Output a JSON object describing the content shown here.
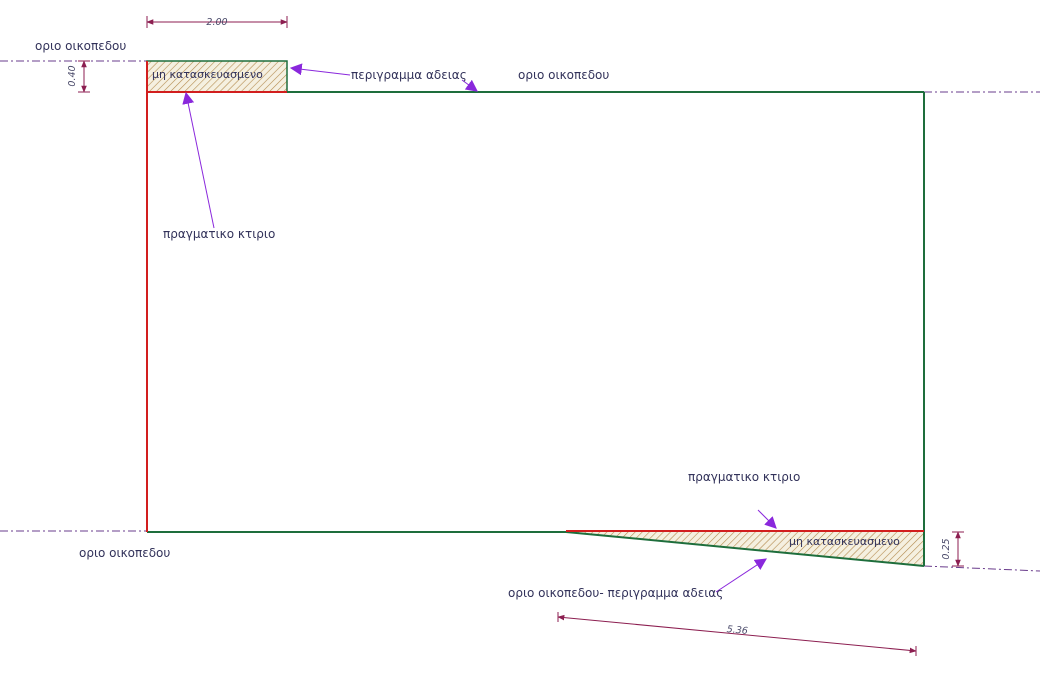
{
  "labels": {
    "plot_boundary_top_left": "οριο οικοπεδου",
    "plot_boundary_top": "οριο οικοπεδου",
    "plot_boundary_bottom_left": "οριο οικοπεδου",
    "plot_boundary_bottom": "οριο οικοπεδου- περιγραμμα αδειας",
    "permit_outline": "περιγραμμα αδειας",
    "actual_building_top": "πραγματικο κτιριο",
    "actual_building_bottom": "πραγματικο κτιριο",
    "not_constructed_top": "μη κατασκευασμενο",
    "not_constructed_bottom": "μη κατασκευασμενο"
  },
  "dimensions": {
    "top_width": "2.00",
    "top_offset": "0.40",
    "bottom_offset": "0.25",
    "bottom_length": "5.36"
  },
  "colors": {
    "permit_outline": "#1e6e3c",
    "actual_building": "#d21e1e",
    "plot_boundary": "#6a3c8c",
    "dimension_line": "#8c1e50",
    "leader_arrow": "#8a28dc",
    "hatch": "#b48c50",
    "label_text": "#32325a"
  }
}
